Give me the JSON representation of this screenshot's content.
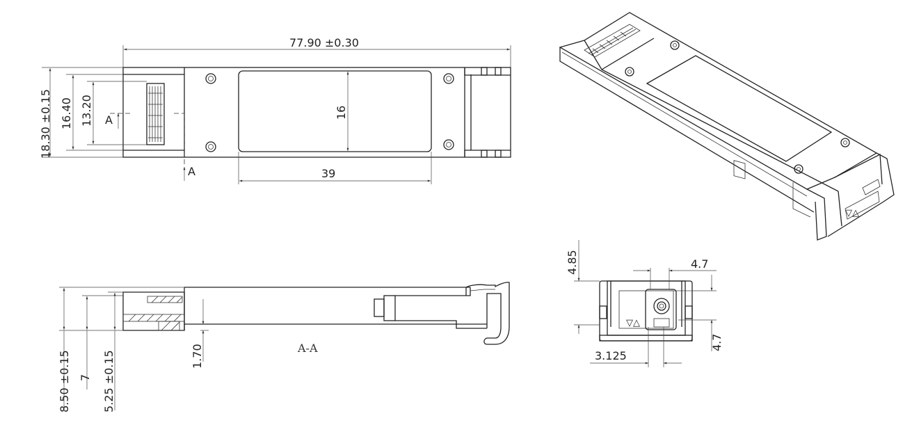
{
  "top_view": {
    "overall_length": "77.90 ±0.30",
    "overall_width": "18.30 ±0.15",
    "inner_width": "16.40",
    "cage_width": "13.20",
    "label_height": "16",
    "label_length": "39",
    "section_mark": "A"
  },
  "side_view": {
    "section_title": "A-A",
    "total_height": "8.50 ±0.15",
    "height_7": "7",
    "height_525": "5.25 ±0.15",
    "thickness": "1.70"
  },
  "front_view": {
    "dim_485": "4.85",
    "dim_47_top": "4.7",
    "dim_47_right": "4.7",
    "dim_3125": "3.125",
    "symbols": "▽△"
  },
  "iso_view": {
    "symbols": "▽△"
  }
}
